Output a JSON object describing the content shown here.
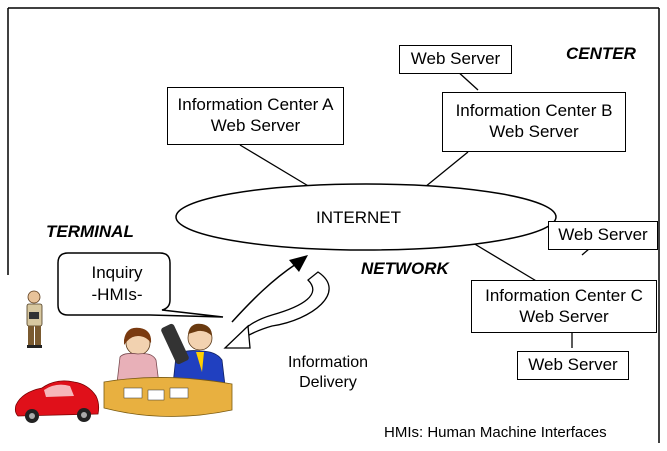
{
  "labels": {
    "center": "CENTER",
    "terminal": "TERMINAL",
    "network": "NETWORK",
    "internet": "INTERNET",
    "inquiry_line1": "Inquiry",
    "inquiry_line2": "-HMIs-",
    "delivery_line1": "Information",
    "delivery_line2": "Delivery",
    "footnote": "HMIs: Human Machine Interfaces"
  },
  "nodes": {
    "center_a_line1": "Information Center A",
    "center_a_line2": "Web Server",
    "center_b_line1": "Information Center B",
    "center_b_line2": "Web Server",
    "center_c_line1": "Information Center C",
    "center_c_line2": "Web Server",
    "web_server_b": "Web Server",
    "web_server_c_top": "Web Server",
    "web_server_c_bottom": "Web Server"
  }
}
